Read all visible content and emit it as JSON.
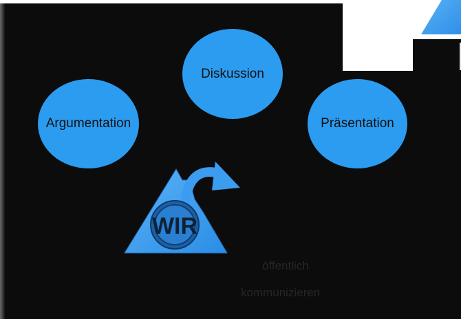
{
  "bubbles": {
    "diskussion": "Diskussion",
    "argumentation": "Argumentation",
    "praesentation": "Präsentation"
  },
  "badge": "WIR",
  "caption": {
    "line1": "öffentlich",
    "line2": "kommunizieren"
  },
  "colors": {
    "background": "#0c0c0c",
    "bubble": "#2c9cf0",
    "triangle": "#3f9ef2",
    "caption_text": "#262626"
  }
}
